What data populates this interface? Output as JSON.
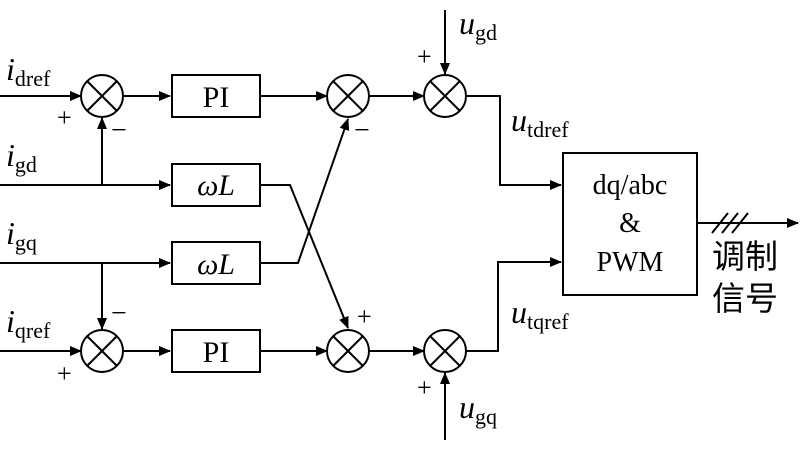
{
  "signals": {
    "i_dref": {
      "main": "i",
      "sub": "dref"
    },
    "i_gd": {
      "main": "i",
      "sub": "gd"
    },
    "i_gq": {
      "main": "i",
      "sub": "gq"
    },
    "i_qref": {
      "main": "i",
      "sub": "qref"
    },
    "u_gd": {
      "main": "u",
      "sub": "gd"
    },
    "u_gq": {
      "main": "u",
      "sub": "gq"
    },
    "u_tdref": {
      "main": "u",
      "sub": "tdref"
    },
    "u_tqref": {
      "main": "u",
      "sub": "tqref"
    }
  },
  "blocks": {
    "pi_top": "PI",
    "pi_bottom": "PI",
    "wl_top": {
      "omega": "ω",
      "l": "L"
    },
    "wl_bottom": {
      "omega": "ω",
      "l": "L"
    },
    "converter": {
      "line1": "dq/abc",
      "line2": "&",
      "line3": "PWM"
    }
  },
  "signs": {
    "plus": "+",
    "minus": "−"
  },
  "output": {
    "line1": "调制",
    "line2": "信号"
  }
}
